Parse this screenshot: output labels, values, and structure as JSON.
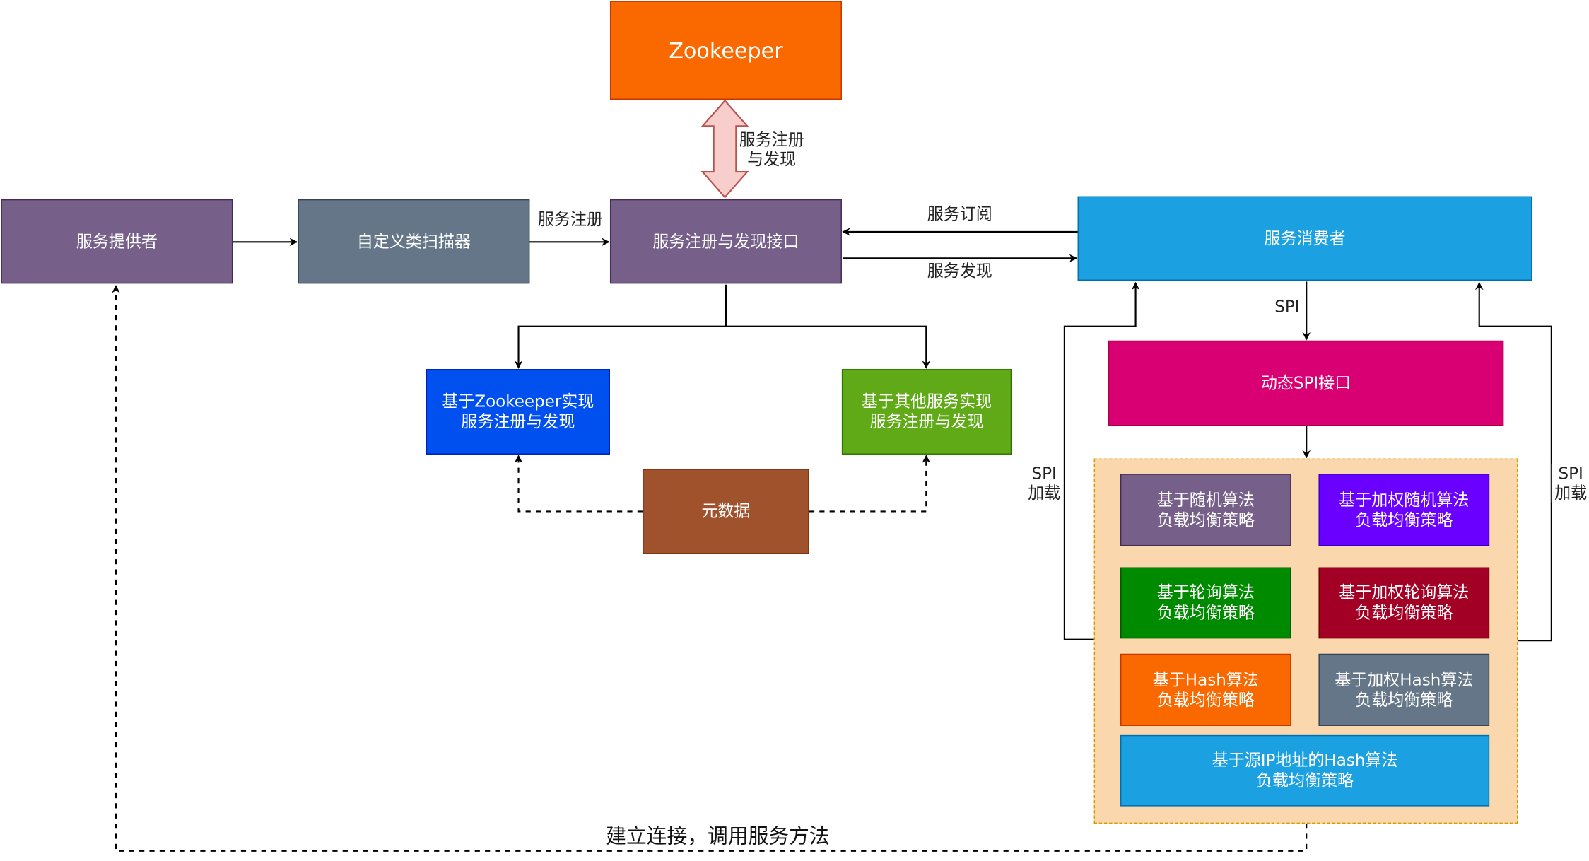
{
  "nodes": {
    "zookeeper": {
      "label": "Zookeeper",
      "fill": "#FA6800"
    },
    "provider": {
      "label": "服务提供者",
      "fill": "#76608A"
    },
    "scanner": {
      "label": "自定义类扫描器",
      "fill": "#647687"
    },
    "registry_interface": {
      "label": "服务注册与发现接口",
      "fill": "#76608A"
    },
    "consumer": {
      "label": "服务消费者",
      "fill": "#1BA1E2"
    },
    "zk_impl": {
      "label": "基于Zookeeper实现\n服务注册与发现",
      "fill": "#0050EF"
    },
    "other_impl": {
      "label": "基于其他服务实现\n服务注册与发现",
      "fill": "#60A917"
    },
    "metadata": {
      "label": "元数据",
      "fill": "#A0522D"
    },
    "spi_interface": {
      "label": "动态SPI接口",
      "fill": "#D80073"
    },
    "lb_random": {
      "label": "基于随机算法\n负载均衡策略",
      "fill": "#76608A"
    },
    "lb_weighted_random": {
      "label": "基于加权随机算法\n负载均衡策略",
      "fill": "#6A00FF"
    },
    "lb_round_robin": {
      "label": "基于轮询算法\n负载均衡策略",
      "fill": "#008A00"
    },
    "lb_weighted_round_robin": {
      "label": "基于加权轮询算法\n负载均衡策略",
      "fill": "#A20025"
    },
    "lb_hash": {
      "label": "基于Hash算法\n负载均衡策略",
      "fill": "#FA6800"
    },
    "lb_weighted_hash": {
      "label": "基于加权Hash算法\n负载均衡策略",
      "fill": "#647687"
    },
    "lb_source_ip_hash": {
      "label": "基于源IP地址的Hash算法\n负载均衡策略",
      "fill": "#1BA1E2"
    }
  },
  "group": {
    "fill": "#FAD7AC",
    "border": "#D79B00"
  },
  "edge_labels": {
    "register_discover": "服务注册\n与发现",
    "register": "服务注册",
    "subscribe": "服务订阅",
    "discover": "服务发现",
    "spi": "SPI",
    "spi_load_left": "SPI\n加载",
    "spi_load_right": "SPI\n加载",
    "connect_call": "建立连接，调用服务方法"
  },
  "colors": {
    "arrow_fill": "#F8CECC",
    "arrow_stroke": "#B85450",
    "line": "#000000"
  }
}
